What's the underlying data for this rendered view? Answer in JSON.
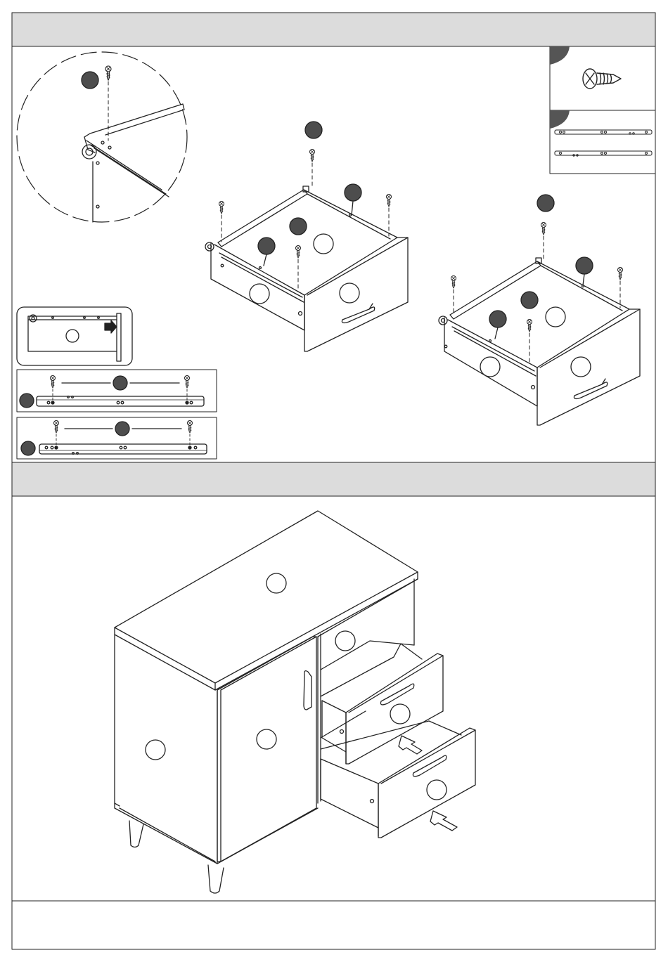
{
  "page": {
    "step_headers": [
      {
        "id": "step-a",
        "text": ""
      },
      {
        "id": "step-b",
        "text": ""
      }
    ],
    "footer_text": ""
  },
  "legend": {
    "items": [
      {
        "id": "screw",
        "icon": "wood-screw-icon",
        "label": ""
      },
      {
        "id": "slide-rails",
        "icon": "drawer-slide-rail-icon",
        "label": ""
      }
    ]
  },
  "callouts": {
    "part_labels": "",
    "hardware_labels": ""
  },
  "colors": {
    "line": "#222222",
    "header_fill": "#dcdcdc",
    "callout_fill": "#4d4d4d",
    "background": "#ffffff"
  }
}
